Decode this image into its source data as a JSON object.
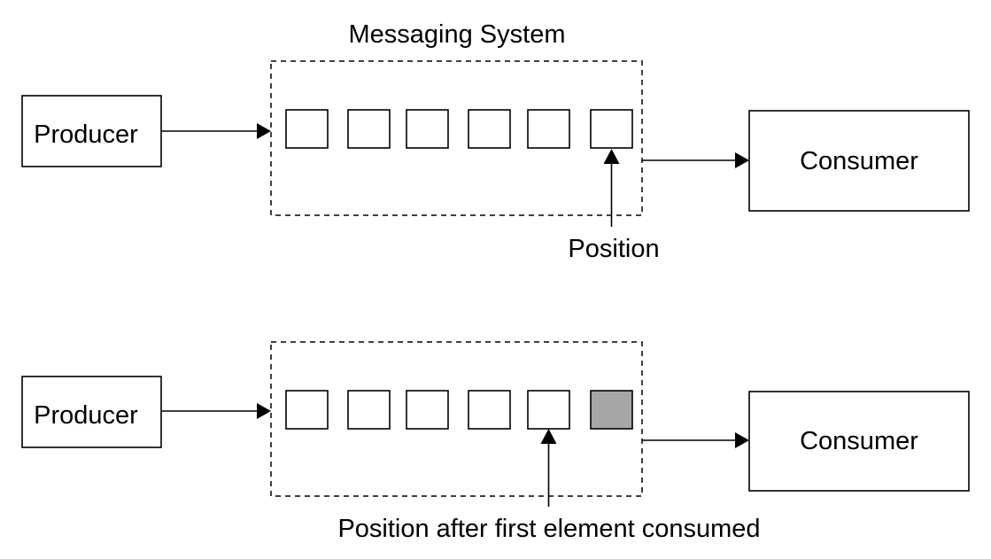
{
  "colors": {
    "stroke": "#000000",
    "background": "#ffffff",
    "consumed_cell": "#a6a6a7"
  },
  "title": "Messaging System",
  "top": {
    "producer": "Producer",
    "consumer": "Consumer",
    "position_label": "Position",
    "cells": [
      {
        "state": "pending"
      },
      {
        "state": "pending"
      },
      {
        "state": "pending"
      },
      {
        "state": "pending"
      },
      {
        "state": "pending"
      },
      {
        "state": "pending"
      }
    ],
    "position_index": 5
  },
  "bottom": {
    "producer": "Producer",
    "consumer": "Consumer",
    "position_label": "Position after first element consumed",
    "cells": [
      {
        "state": "pending"
      },
      {
        "state": "pending"
      },
      {
        "state": "pending"
      },
      {
        "state": "pending"
      },
      {
        "state": "pending"
      },
      {
        "state": "consumed"
      }
    ],
    "position_index": 4
  }
}
